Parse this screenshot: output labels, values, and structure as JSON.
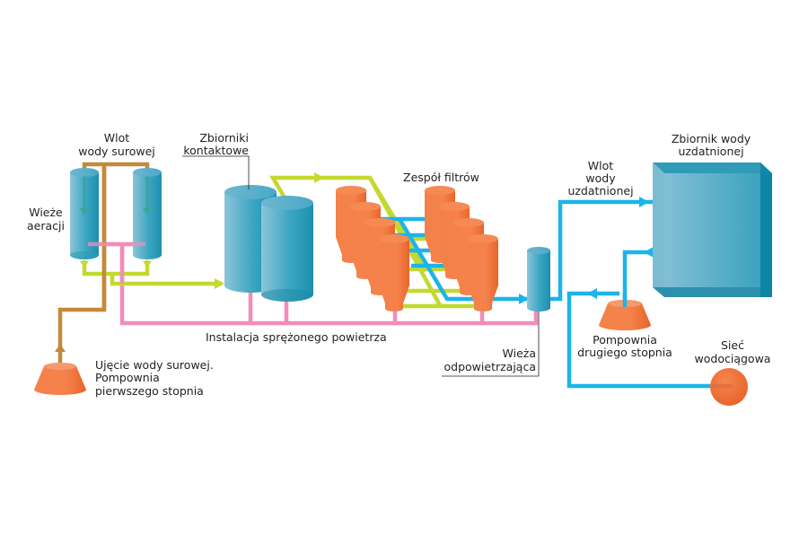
{
  "title": "Schemat stacji uzdatniania wody",
  "colors": {
    "raw_water": "#c4893a",
    "aerated_water": "#c3d92f",
    "compressed_air": "#f08dbb",
    "treated_water": "#1cb4ea",
    "tank_blue": "#3ea8c4",
    "pump_orange": "#f07437",
    "leader_line": "#231f20"
  },
  "labels": {
    "raw_water_inlet": [
      "Wlot",
      "wody surowej"
    ],
    "aeration_towers": [
      "Wieże",
      "aeracji"
    ],
    "contact_tanks": [
      "Zbiorniki",
      "kontaktowe"
    ],
    "filter_group": [
      "Zespół filtrów"
    ],
    "compressed_air_system": [
      "Instalacja sprężonego powietrza"
    ],
    "raw_water_intake": [
      "Ujęcie wody surowej.",
      "Pompownia",
      "pierwszego stopnia"
    ],
    "treated_water_inlet": [
      "Wlot",
      "wody",
      "uzdatnionej"
    ],
    "treated_water_tank": [
      "Zbiornik wody",
      "uzdatnionej"
    ],
    "degassing_tower": [
      "Wieża",
      "odpowietrzająca"
    ],
    "second_stage_pump": [
      "Pompownia",
      "drugiego stopnia"
    ],
    "water_network": [
      "Sieć",
      "wodociągowa"
    ]
  },
  "components": [
    {
      "id": "aeration-tower",
      "count": 2,
      "label_key": "aeration_towers"
    },
    {
      "id": "contact-tank",
      "count": 2,
      "label_key": "contact_tanks"
    },
    {
      "id": "filter",
      "count": 8,
      "label_key": "filter_group"
    },
    {
      "id": "degassing-tower",
      "count": 1,
      "label_key": "degassing_tower"
    },
    {
      "id": "treated-water-tank",
      "count": 1,
      "label_key": "treated_water_tank"
    },
    {
      "id": "first-stage-pump",
      "count": 1,
      "label_key": "raw_water_intake"
    },
    {
      "id": "second-stage-pump",
      "count": 1,
      "label_key": "second_stage_pump"
    },
    {
      "id": "water-network",
      "count": 1,
      "label_key": "water_network"
    }
  ]
}
